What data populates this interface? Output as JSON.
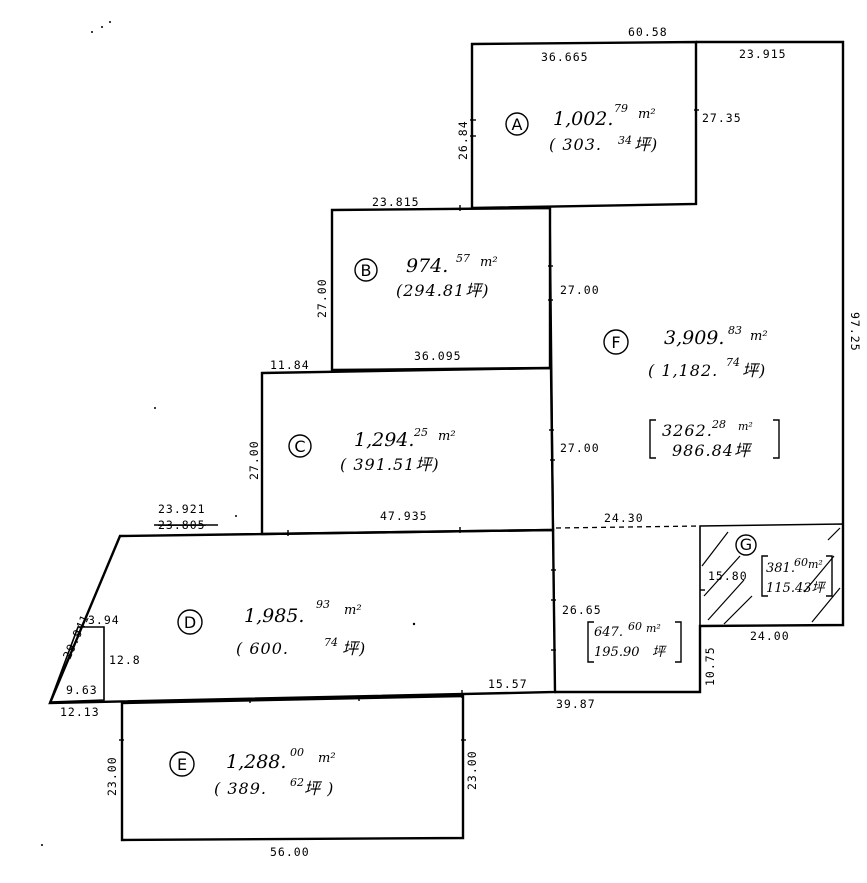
{
  "lots": [
    {
      "id": "A",
      "area": "1,002.",
      "area_dec": "79",
      "area_unit": "m²",
      "tsubo": "( 303.",
      "tsubo_dec": "34",
      "tsubo_unit": "坪)"
    },
    {
      "id": "B",
      "area": "974.",
      "area_dec": "57",
      "area_unit": "m²",
      "tsubo": "(294.81坪)"
    },
    {
      "id": "C",
      "area": "1,294.",
      "area_dec": "25",
      "area_unit": "m²",
      "tsubo": "( 391.51坪)"
    },
    {
      "id": "D",
      "area": "1,985.",
      "area_dec": "93",
      "area_unit": "m²",
      "tsubo": "( 600.",
      "tsubo_dec": "74",
      "tsubo_unit": "坪)"
    },
    {
      "id": "E",
      "area": "1,288.",
      "area_dec": "00",
      "area_unit": "m²",
      "tsubo": "( 389.",
      "tsubo_dec": "62",
      "tsubo_unit": "坪 )"
    },
    {
      "id": "F",
      "area": "3,909.",
      "area_dec": "83",
      "area_unit": "m²",
      "tsubo": "( 1,182.",
      "tsubo_dec": "74",
      "tsubo_unit": "坪)",
      "sub_area": "3262.",
      "sub_area_dec": "28",
      "sub_area_unit": "m²",
      "sub_tsubo": "986.84坪",
      "lower_area": "647.",
      "lower_area_dec": "60",
      "lower_area_unit": "m²",
      "lower_tsubo": "195.90",
      "lower_tsubo_unit": "坪"
    },
    {
      "id": "G",
      "area": "381.",
      "area_dec": "60",
      "area_unit": "m²",
      "tsubo": "115.43坪"
    }
  ],
  "dimensions": {
    "top_total": "60.58",
    "a_top": "36.665",
    "f_top": "23.915",
    "a_right": "27.35",
    "a_left": "26.84",
    "f_right": "97.25",
    "b_top": "23.815",
    "b_left": "27.00",
    "f_upper_left": "27.00",
    "c_top_left": "11.84",
    "c_top": "36.095",
    "c_left": "27.00",
    "f_mid_left": "27.00",
    "d_top": "23.921",
    "d_top_struck": "23.805",
    "c_bottom": "47.935",
    "f_dashed": "24.30",
    "d_slant": "29.941",
    "tri_top": "3.94",
    "tri_right": "12.8",
    "tri_inner": "9.63",
    "d_bottom_left": "12.13",
    "d_bottom_right": "15.57",
    "f_lower_left": "26.65",
    "f_bottom": "39.87",
    "g_left": "15.80",
    "g_bottom": "24.00",
    "f_step": "10.75",
    "e_left": "23.00",
    "e_right": "23.00",
    "e_bottom": "56.00"
  }
}
